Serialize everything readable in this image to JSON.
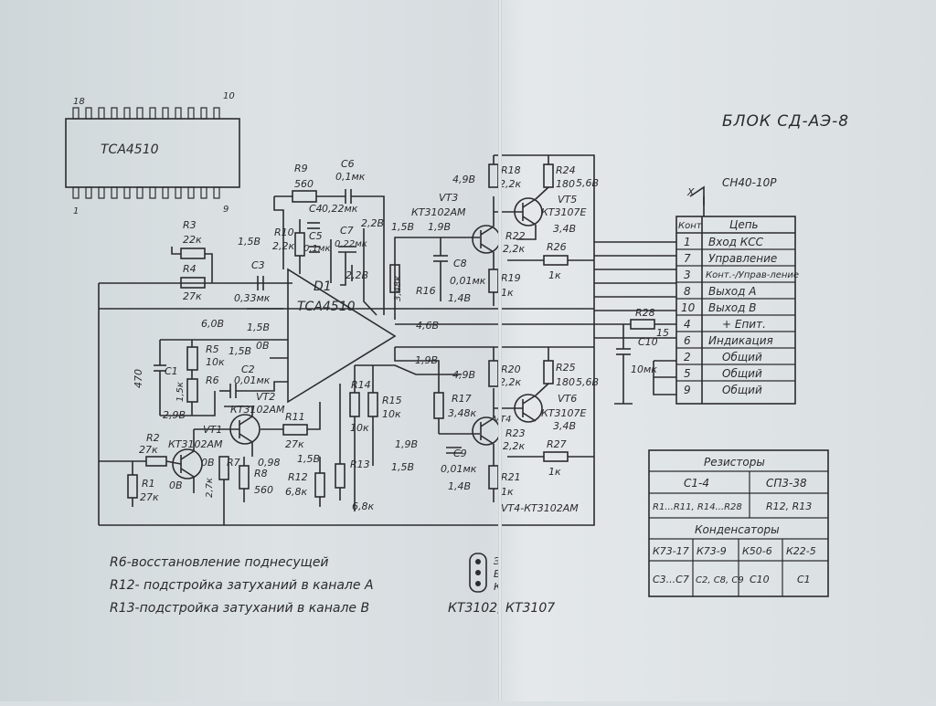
{
  "title": "БЛОК СД-АЭ-8",
  "chip": {
    "name": "TCA4510",
    "pin_tl": "18",
    "pin_tr": "10",
    "pin_bl": "1",
    "pin_br": "9"
  },
  "connector": {
    "ref": "X",
    "type": "СН40-10Р",
    "headers": [
      "Конт",
      "Цепь"
    ],
    "rows": [
      {
        "pin": "1",
        "net": "Вход КСС"
      },
      {
        "pin": "7",
        "net": "Управление"
      },
      {
        "pin": "3",
        "net": "Конт.-/Управ-ление"
      },
      {
        "pin": "8",
        "net": "Выход А"
      },
      {
        "pin": "10",
        "net": "Выход В"
      },
      {
        "pin": "4",
        "net": "+ Епит."
      },
      {
        "pin": "6",
        "net": "Индикация"
      },
      {
        "pin": "2",
        "net": "Общий"
      },
      {
        "pin": "5",
        "net": "Общий"
      },
      {
        "pin": "9",
        "net": "Общий"
      }
    ]
  },
  "parts_table": {
    "resistors_header": "Резисторы",
    "res_types": [
      "С1-4",
      "СП3-38"
    ],
    "res_refs": [
      "R1...R11, R14...R28",
      "R12, R13"
    ],
    "caps_header": "Конденсаторы",
    "cap_types": [
      "К73-17",
      "К73-9",
      "К50-6",
      "К22-5"
    ],
    "cap_refs": [
      "С3...С7",
      "С2, С8, С9",
      "С10",
      "С1"
    ]
  },
  "notes": [
    "R6-восстановление поднесущей",
    "R12- подстройка затуханий в канале А",
    "R13-подстройка затуханий в канале В"
  ],
  "pinout": {
    "pins": [
      "Э",
      "Б",
      "К"
    ],
    "label": "КТ3102, КТ3107"
  },
  "labels": {
    "D1": "D1",
    "D1_type": "TCA4510",
    "R9": "R9",
    "R9v": "560",
    "C6": "С6",
    "C6v": "0,1мк",
    "R3": "R3",
    "R3v": "22к",
    "R4": "R4",
    "R4v": "27к",
    "C3": "С3",
    "C3v": "0,33мк",
    "R10": "R10",
    "R10v": "2,2к",
    "C4": "С4",
    "C4v": "0,22мк",
    "C5": "С5",
    "C5v": "0,1мк",
    "C7": "С7",
    "C7v": "0,22мк",
    "v15a": "1,5В",
    "v22a": "2,2В",
    "v22b": "2,2В",
    "v15b": "1,5В",
    "R18": "R18",
    "R18v": "2,2к",
    "R24": "R24",
    "R24v": "180",
    "VT3": "VT3",
    "VT3t": "КТ3102АМ",
    "VT5": "VT5",
    "VT5t": "КТ3107Е",
    "v49a": "4,9В",
    "v56a": "5,6В",
    "v19a": "1,9В",
    "v34a": "3,4В",
    "R22": "R22",
    "R22v": "2,2к",
    "R26": "R26",
    "R26v": "1к",
    "C8": "С8",
    "C8v": "0,01мк",
    "R19": "R19",
    "R19v": "1к",
    "R16": "R16",
    "R16v": "3,48к",
    "v14a": "1,4В",
    "v60": "6,0В",
    "v15c": "1,5В",
    "v46": "4,6В",
    "R5": "R5",
    "R5v": "10к",
    "R6": "R6",
    "R6v": "1,5к",
    "C1": "С1",
    "C1v": "470",
    "v29": "2,9В",
    "v15d": "1,5В",
    "v0a": "0В",
    "C2": "С2",
    "C2v": "0,01мк",
    "VT2": "VT2",
    "VT2t": "КТ3102АМ",
    "VT1": "VT1",
    "VT1t": "КТ3102АМ",
    "R2": "R2",
    "R2v": "27к",
    "R1": "R1",
    "R1v": "27к",
    "v0b": "0В",
    "v0c": "0В",
    "R7": "R7",
    "R7v": "2,7к",
    "R8": "R8",
    "R8v": "560",
    "v098": "0,98",
    "R11": "R11",
    "R11v": "27к",
    "v15e": "1,5В",
    "R12": "R12",
    "R12v": "6,8к",
    "R13": "R13",
    "R13v": "6,8к",
    "R14": "R14",
    "R14v": "10к",
    "R15": "R15",
    "R15v": "10к",
    "v19b": "1,9В",
    "v19c": "1,9В",
    "v15f": "1,5В",
    "R17": "R17",
    "R17v": "3,48к",
    "VT4": "VT4",
    "C9": "С9",
    "C9v": "0,01мк",
    "R20": "R20",
    "R20v": "2,2к",
    "R25": "R25",
    "R25v": "180",
    "VT6": "VT6",
    "VT6t": "КТ3107Е",
    "v49b": "4,9В",
    "v56b": "5,6В",
    "v34b": "3,4В",
    "R23": "R23",
    "R23v": "2,2к",
    "R27": "R27",
    "R27v": "1к",
    "R21": "R21",
    "R21v": "1к",
    "v14b": "1,4В",
    "VT4t": "VT4-КТ3102АМ",
    "R28": "R28",
    "C10": "С10",
    "C10v": "10мк",
    "n15": "15"
  }
}
